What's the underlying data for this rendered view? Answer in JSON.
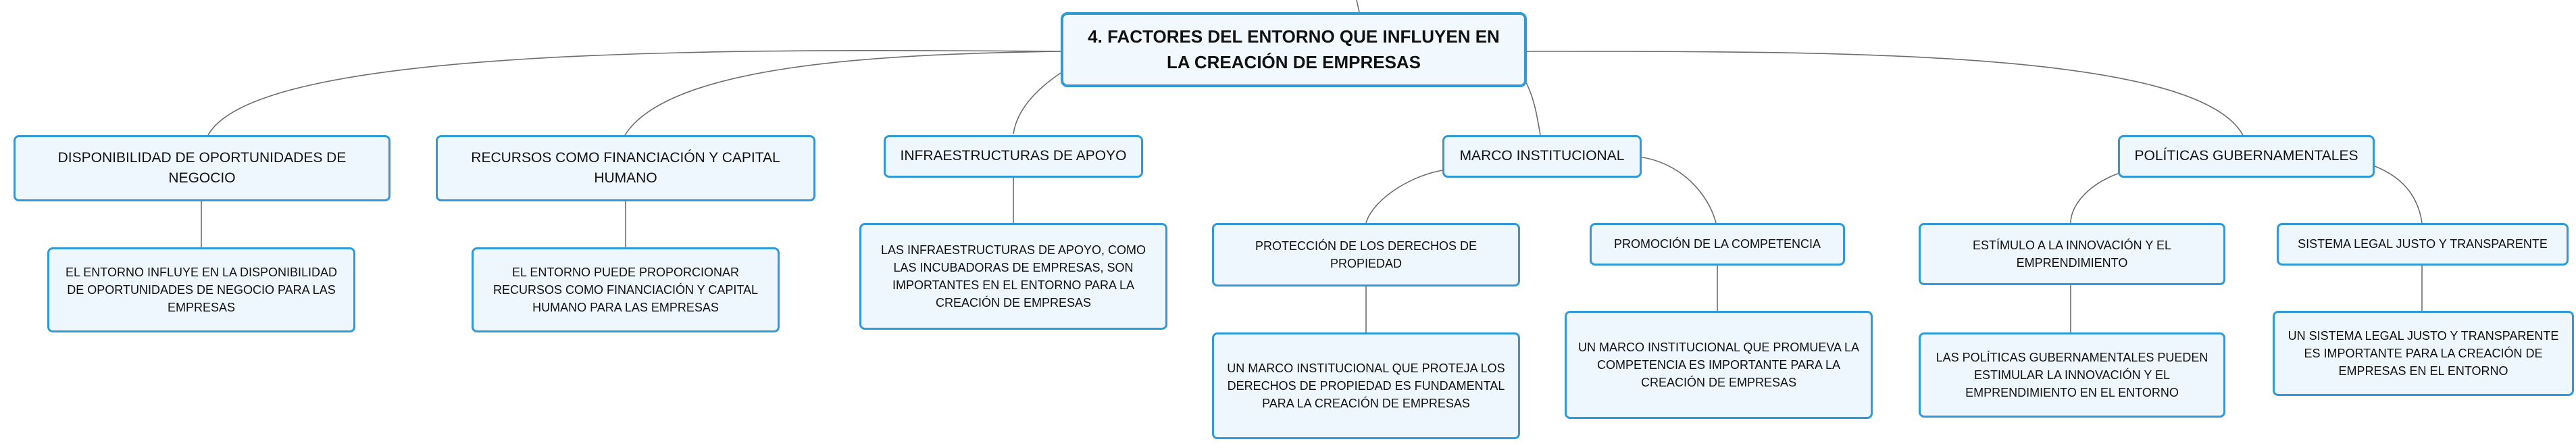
{
  "root": {
    "title": "4. FACTORES DEL ENTORNO QUE INFLUYEN EN LA CREACIÓN DE EMPRESAS"
  },
  "branches": [
    {
      "label": "DISPONIBILIDAD DE OPORTUNIDADES DE NEGOCIO",
      "detail": "EL ENTORNO INFLUYE EN LA DISPONIBILIDAD DE OPORTUNIDADES DE NEGOCIO PARA LAS EMPRESAS"
    },
    {
      "label": "RECURSOS COMO FINANCIACIÓN Y CAPITAL HUMANO",
      "detail": "EL ENTORNO PUEDE PROPORCIONAR RECURSOS COMO FINANCIACIÓN Y CAPITAL HUMANO PARA LAS EMPRESAS"
    },
    {
      "label": "INFRAESTRUCTURAS DE APOYO",
      "detail": "LAS INFRAESTRUCTURAS DE APOYO, COMO LAS INCUBADORAS DE EMPRESAS, SON IMPORTANTES EN EL ENTORNO PARA LA CREACIÓN DE EMPRESAS"
    },
    {
      "label": "MARCO INSTITUCIONAL",
      "children": [
        {
          "label": "PROTECCIÓN DE LOS DERECHOS DE PROPIEDAD",
          "detail": "UN MARCO INSTITUCIONAL QUE PROTEJA LOS DERECHOS DE PROPIEDAD ES FUNDAMENTAL PARA LA CREACIÓN DE EMPRESAS"
        },
        {
          "label": "PROMOCIÓN DE LA COMPETENCIA",
          "detail": "UN MARCO INSTITUCIONAL QUE PROMUEVA LA COMPETENCIA ES IMPORTANTE PARA LA CREACIÓN DE EMPRESAS"
        }
      ]
    },
    {
      "label": "POLÍTICAS GUBERNAMENTALES",
      "children": [
        {
          "label": "ESTÍMULO A LA INNOVACIÓN Y EL EMPRENDIMIENTO",
          "detail": "LAS POLÍTICAS GUBERNAMENTALES PUEDEN ESTIMULAR LA INNOVACIÓN Y EL EMPRENDIMIENTO EN EL ENTORNO"
        },
        {
          "label": "SISTEMA LEGAL JUSTO Y TRANSPARENTE",
          "detail": "UN SISTEMA LEGAL JUSTO Y TRANSPARENTE ES IMPORTANTE PARA LA CREACIÓN DE EMPRESAS EN EL ENTORNO"
        }
      ]
    }
  ]
}
